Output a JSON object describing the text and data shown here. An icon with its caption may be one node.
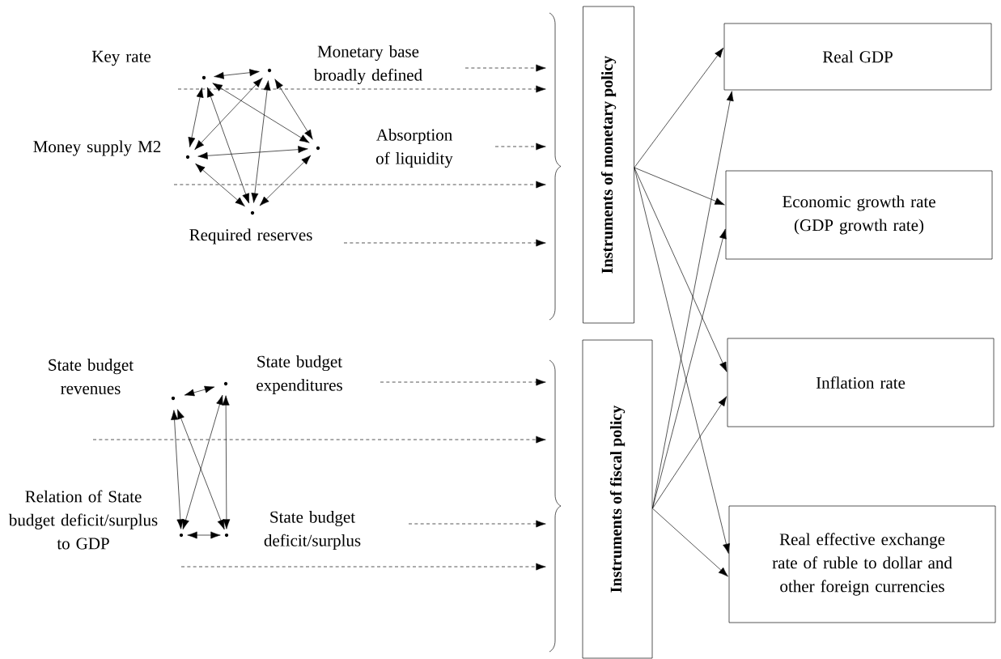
{
  "diagram": {
    "nodes": [
      {
        "text": [
          "Key rate"
        ]
      },
      {
        "text": [
          "Monetary base broadly defined"
        ]
      },
      {
        "text": [
          "Money supply M2"
        ]
      },
      {
        "text": [
          "Absorption of liquidity"
        ]
      },
      {
        "text": [
          "Required reserves"
        ]
      },
      {
        "text": [],
        "shape": "point"
      },
      {
        "text": [],
        "shape": "point"
      },
      {
        "text": [],
        "shape": "point"
      },
      {
        "text": [],
        "shape": "point"
      },
      {
        "text": [],
        "shape": "point"
      },
      {
        "text": [
          "State budget revenues"
        ]
      },
      {
        "text": [
          "State budget expenditures"
        ]
      },
      {
        "text": [
          "Relation of State budget deficit/surplus to GDP"
        ]
      },
      {
        "text": [
          "State budget deficit/surplus"
        ]
      },
      {
        "text": [],
        "shape": "point"
      },
      {
        "text": [],
        "shape": "point"
      },
      {
        "text": [],
        "shape": "point"
      },
      {
        "text": [],
        "shape": "point"
      },
      {
        "text": [],
        "shape": "brace"
      },
      {
        "text": [
          "Instruments of monetary policy"
        ]
      },
      {
        "text": [],
        "shape": "brace"
      },
      {
        "text": [
          "Instruments of fiscal policy"
        ]
      },
      {
        "text": [
          "Real GDP"
        ]
      },
      {
        "text": [
          "Economic growth rate (GDP growth rate)"
        ]
      },
      {
        "text": [
          "Inflation rate"
        ]
      },
      {
        "text": [
          "Real effective exchange rate of ruble to dollar and other foreign currencies"
        ]
      }
    ],
    "edges": [
      {
        "from": 5,
        "to": 6,
        "arrow": "both"
      },
      {
        "from": 5,
        "to": 7,
        "arrow": "both"
      },
      {
        "from": 5,
        "to": 8,
        "arrow": "both"
      },
      {
        "from": 5,
        "to": 9,
        "arrow": "both"
      },
      {
        "from": 6,
        "to": 7,
        "arrow": "both"
      },
      {
        "from": 6,
        "to": 8,
        "arrow": "both"
      },
      {
        "from": 6,
        "to": 9,
        "arrow": "both"
      },
      {
        "from": 7,
        "to": 8,
        "arrow": "both"
      },
      {
        "from": 7,
        "to": 9,
        "arrow": "both"
      },
      {
        "from": 8,
        "to": 9,
        "arrow": "both"
      },
      {
        "from": 14,
        "to": 15,
        "arrow": "both"
      },
      {
        "from": 14,
        "to": 16,
        "arrow": "both"
      },
      {
        "from": 14,
        "to": 17,
        "arrow": "both"
      },
      {
        "from": 15,
        "to": 16,
        "arrow": "both"
      },
      {
        "from": 15,
        "to": 17,
        "arrow": "both"
      },
      {
        "from": 16,
        "to": 17,
        "arrow": "both"
      },
      {
        "from": null,
        "to": 18,
        "arrow": "to",
        "style": "dashed"
      },
      {
        "from": null,
        "to": 18,
        "arrow": "to",
        "style": "dashed"
      },
      {
        "from": null,
        "to": 18,
        "arrow": "to",
        "style": "dashed"
      },
      {
        "from": null,
        "to": 18,
        "arrow": "to",
        "style": "dashed"
      },
      {
        "from": null,
        "to": 18,
        "arrow": "to",
        "style": "dashed"
      },
      {
        "from": null,
        "to": 20,
        "arrow": "to",
        "style": "dashed"
      },
      {
        "from": null,
        "to": 20,
        "arrow": "to",
        "style": "dashed"
      },
      {
        "from": null,
        "to": 20,
        "arrow": "to",
        "style": "dashed"
      },
      {
        "from": null,
        "to": 20,
        "arrow": "to",
        "style": "dashed"
      },
      {
        "from": 19,
        "to": 22,
        "arrow": "to"
      },
      {
        "from": 19,
        "to": 23,
        "arrow": "to"
      },
      {
        "from": 19,
        "to": 24,
        "arrow": "to"
      },
      {
        "from": 19,
        "to": 25,
        "arrow": "to"
      },
      {
        "from": 21,
        "to": 22,
        "arrow": "to"
      },
      {
        "from": 21,
        "to": 23,
        "arrow": "to"
      },
      {
        "from": 21,
        "to": 24,
        "arrow": "to"
      },
      {
        "from": 21,
        "to": 25,
        "arrow": "to"
      }
    ]
  }
}
